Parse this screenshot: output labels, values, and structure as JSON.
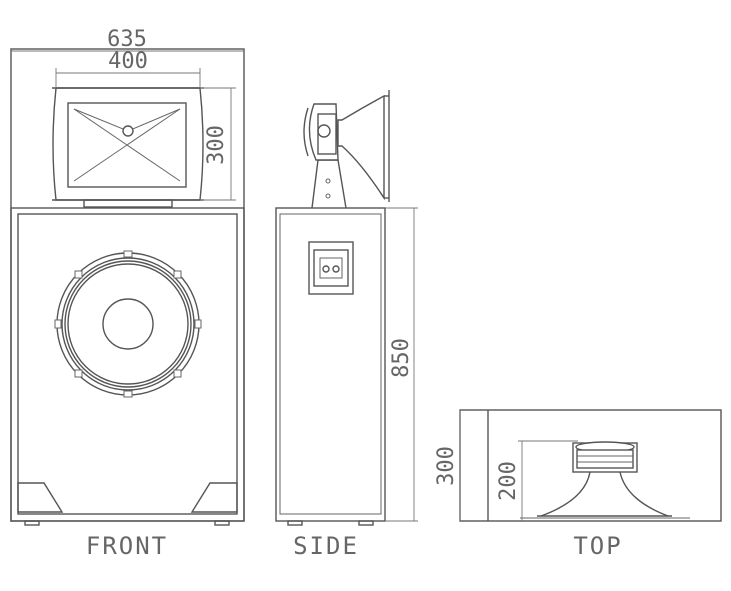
{
  "dimensions": {
    "overall_width": "635",
    "horn_width": "400",
    "horn_height": "300",
    "cabinet_height": "850",
    "top_depth": "300",
    "top_driver_height": "200"
  },
  "views": {
    "front": "FRONT",
    "side": "SIDE",
    "top": "TOP"
  },
  "colors": {
    "line": "#555555",
    "text": "#666666",
    "background": "#ffffff"
  }
}
